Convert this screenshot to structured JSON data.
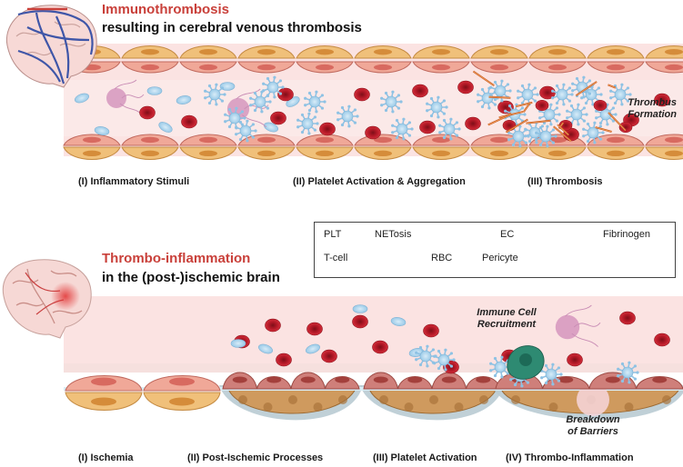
{
  "panel_top": {
    "title": "Immunothrombosis",
    "subtitle": "resulting in cerebral venous thrombosis",
    "stages": [
      "(I) Inflammatory Stimuli",
      "(II) Platelet Activation & Aggregation",
      "(III) Thrombosis"
    ],
    "annotation": "Thrombus Formation"
  },
  "panel_bottom": {
    "title": "Thrombo-inflammation",
    "subtitle": "in the (post-)ischemic brain",
    "stages": [
      "(I) Ischemia",
      "(II) Post-Ischemic Processes",
      "(III) Platelet Activation",
      "(IV) Thrombo-Inflammation"
    ],
    "annotation_recruitment": "Immune Cell Recruitment",
    "annotation_barriers": "Breakdown of Barriers"
  },
  "legend": {
    "items": [
      {
        "label": "PLT",
        "icon": "platelet-icon"
      },
      {
        "label": "NETosis",
        "icon": "netosis-icon"
      },
      {
        "label": "EC",
        "icon": "endothelial-cell-icon"
      },
      {
        "label": "Fibrinogen",
        "icon": "fibrinogen-icon"
      },
      {
        "label": "T-cell",
        "icon": "t-cell-icon"
      },
      {
        "label": "RBC",
        "icon": "rbc-icon"
      },
      {
        "label": "Pericyte",
        "icon": "pericyte-icon"
      }
    ]
  },
  "colors": {
    "vessel_lumen": "#f9dcdc",
    "rbc": "#c8202e",
    "platelet": "#a8d4ee",
    "endothelial": "#f0a898",
    "pericyte": "#f0c07a",
    "tcell": "#2e8a72",
    "netosis": "#d08bb8",
    "title_red": "#c9403a"
  }
}
